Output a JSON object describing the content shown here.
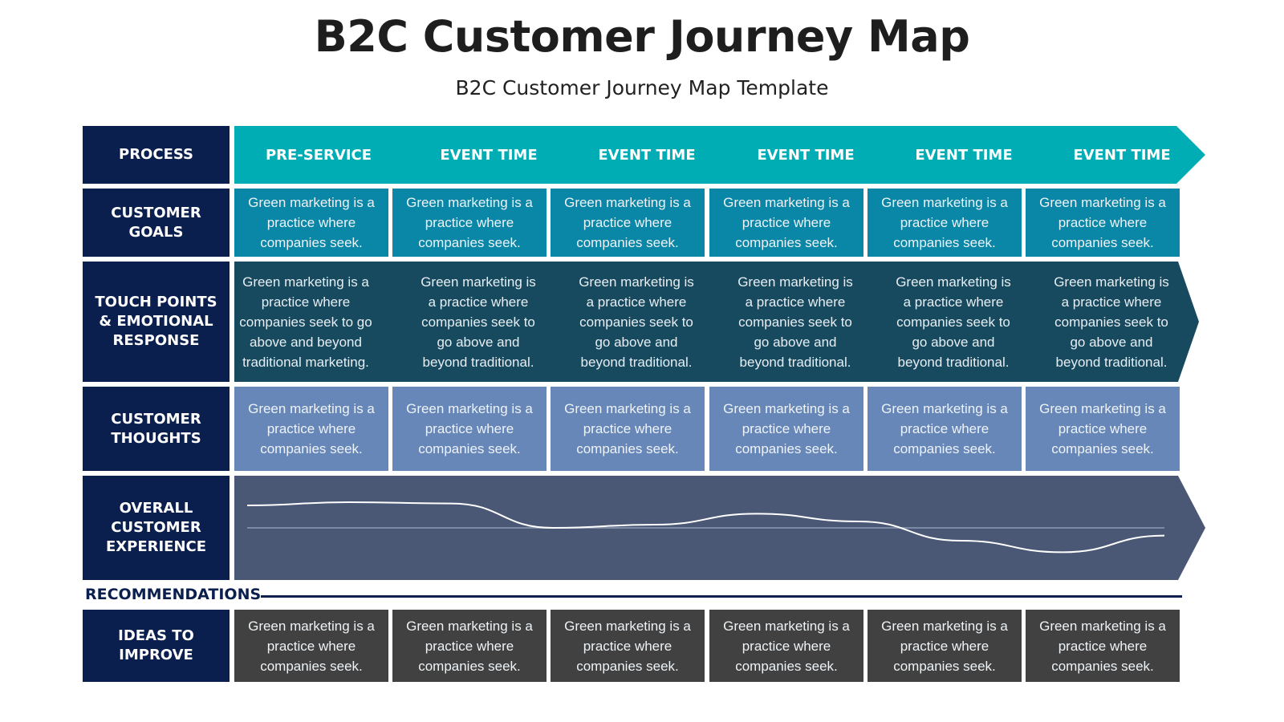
{
  "header": {
    "title": "B2C Customer Journey Map",
    "subtitle": "B2C Customer Journey Map Template"
  },
  "colors": {
    "label_bg": "#0b1f4e",
    "process_arrow": "#00adb5",
    "customer_goals": "#0a86a6",
    "touch_points": "#174a5f",
    "customer_thoughts": "#6787b8",
    "experience_band": "#4a5875",
    "ideas": "#414141"
  },
  "rows": {
    "process": "PROCESS",
    "customer_goals": "CUSTOMER\nGOALS",
    "touch_points": "TOUCH POINTS\n& EMOTIONAL\nRESPONSE",
    "customer_thoughts": "CUSTOMER\nTHOUGHTS",
    "overall_experience": "OVERALL\nCUSTOMER\nEXPERIENCE",
    "ideas_to_improve": "IDEAS TO\nIMPROVE"
  },
  "stages": [
    "PRE-SERVICE",
    "EVENT TIME",
    "EVENT TIME",
    "EVENT TIME",
    "EVENT TIME",
    "EVENT TIME"
  ],
  "customer_goals": [
    "Green marketing is a\npractice where\ncompanies seek.",
    "Green marketing is a\npractice where\ncompanies seek.",
    "Green marketing is a\npractice where\ncompanies seek.",
    "Green marketing is a\npractice where\ncompanies seek.",
    "Green marketing is a\npractice where\ncompanies seek.",
    "Green marketing is a\npractice where\ncompanies seek."
  ],
  "touch_points": [
    "Green marketing is a\npractice where\ncompanies seek to go\nabove and beyond\ntraditional marketing.",
    "Green marketing is\na practice where\ncompanies seek to\ngo above and\nbeyond traditional.",
    "Green marketing is\na practice where\ncompanies seek to\ngo above and\nbeyond traditional.",
    "Green marketing is\na practice where\ncompanies seek to\ngo above and\nbeyond traditional.",
    "Green marketing is\na practice where\ncompanies seek to\ngo above and\nbeyond traditional.",
    "Green marketing is\na practice where\ncompanies seek to\ngo above and\nbeyond traditional."
  ],
  "customer_thoughts": [
    "Green marketing is a\npractice where\ncompanies seek.",
    "Green marketing is a\npractice where\ncompanies seek.",
    "Green marketing is a\npractice where\ncompanies seek.",
    "Green marketing is a\npractice where\ncompanies seek.",
    "Green marketing is a\npractice where\ncompanies seek.",
    "Green marketing is a\npractice where\ncompanies seek."
  ],
  "experience_curve": {
    "baseline": 0,
    "points": [
      0.35,
      0.4,
      0.38,
      0.0,
      0.05,
      0.22,
      0.1,
      -0.2,
      -0.38,
      -0.12
    ]
  },
  "recommendations_label": "RECOMMENDATIONS",
  "ideas": [
    "Green marketing is a\npractice where\ncompanies seek.",
    "Green marketing is a\npractice where\ncompanies seek.",
    "Green marketing is a\npractice where\ncompanies seek.",
    "Green marketing is a\npractice where\ncompanies seek.",
    "Green marketing is a\npractice where\ncompanies seek.",
    "Green marketing is a\npractice where\ncompanies seek."
  ]
}
